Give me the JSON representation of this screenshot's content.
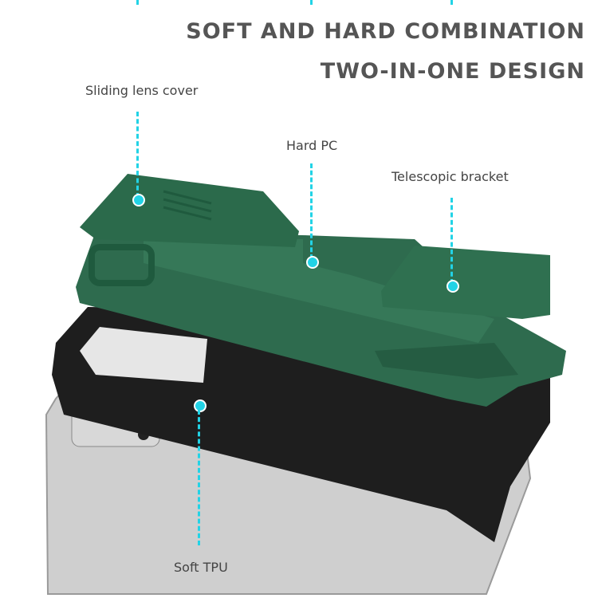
{
  "headline": {
    "line1": "SOFT AND HARD COMBINATION",
    "line2": "TWO-IN-ONE DESIGN"
  },
  "callouts": {
    "lens_cover": "Sliding lens cover",
    "hard_pc": "Hard PC",
    "bracket": "Telescopic bracket",
    "soft_tpu": "Soft TPU"
  },
  "colors": {
    "case_green": "#2e6b4e",
    "accent_cyan": "#22d3e6",
    "tpu_black": "#1c1c1c",
    "phone_silver": "#c9c9c9"
  }
}
